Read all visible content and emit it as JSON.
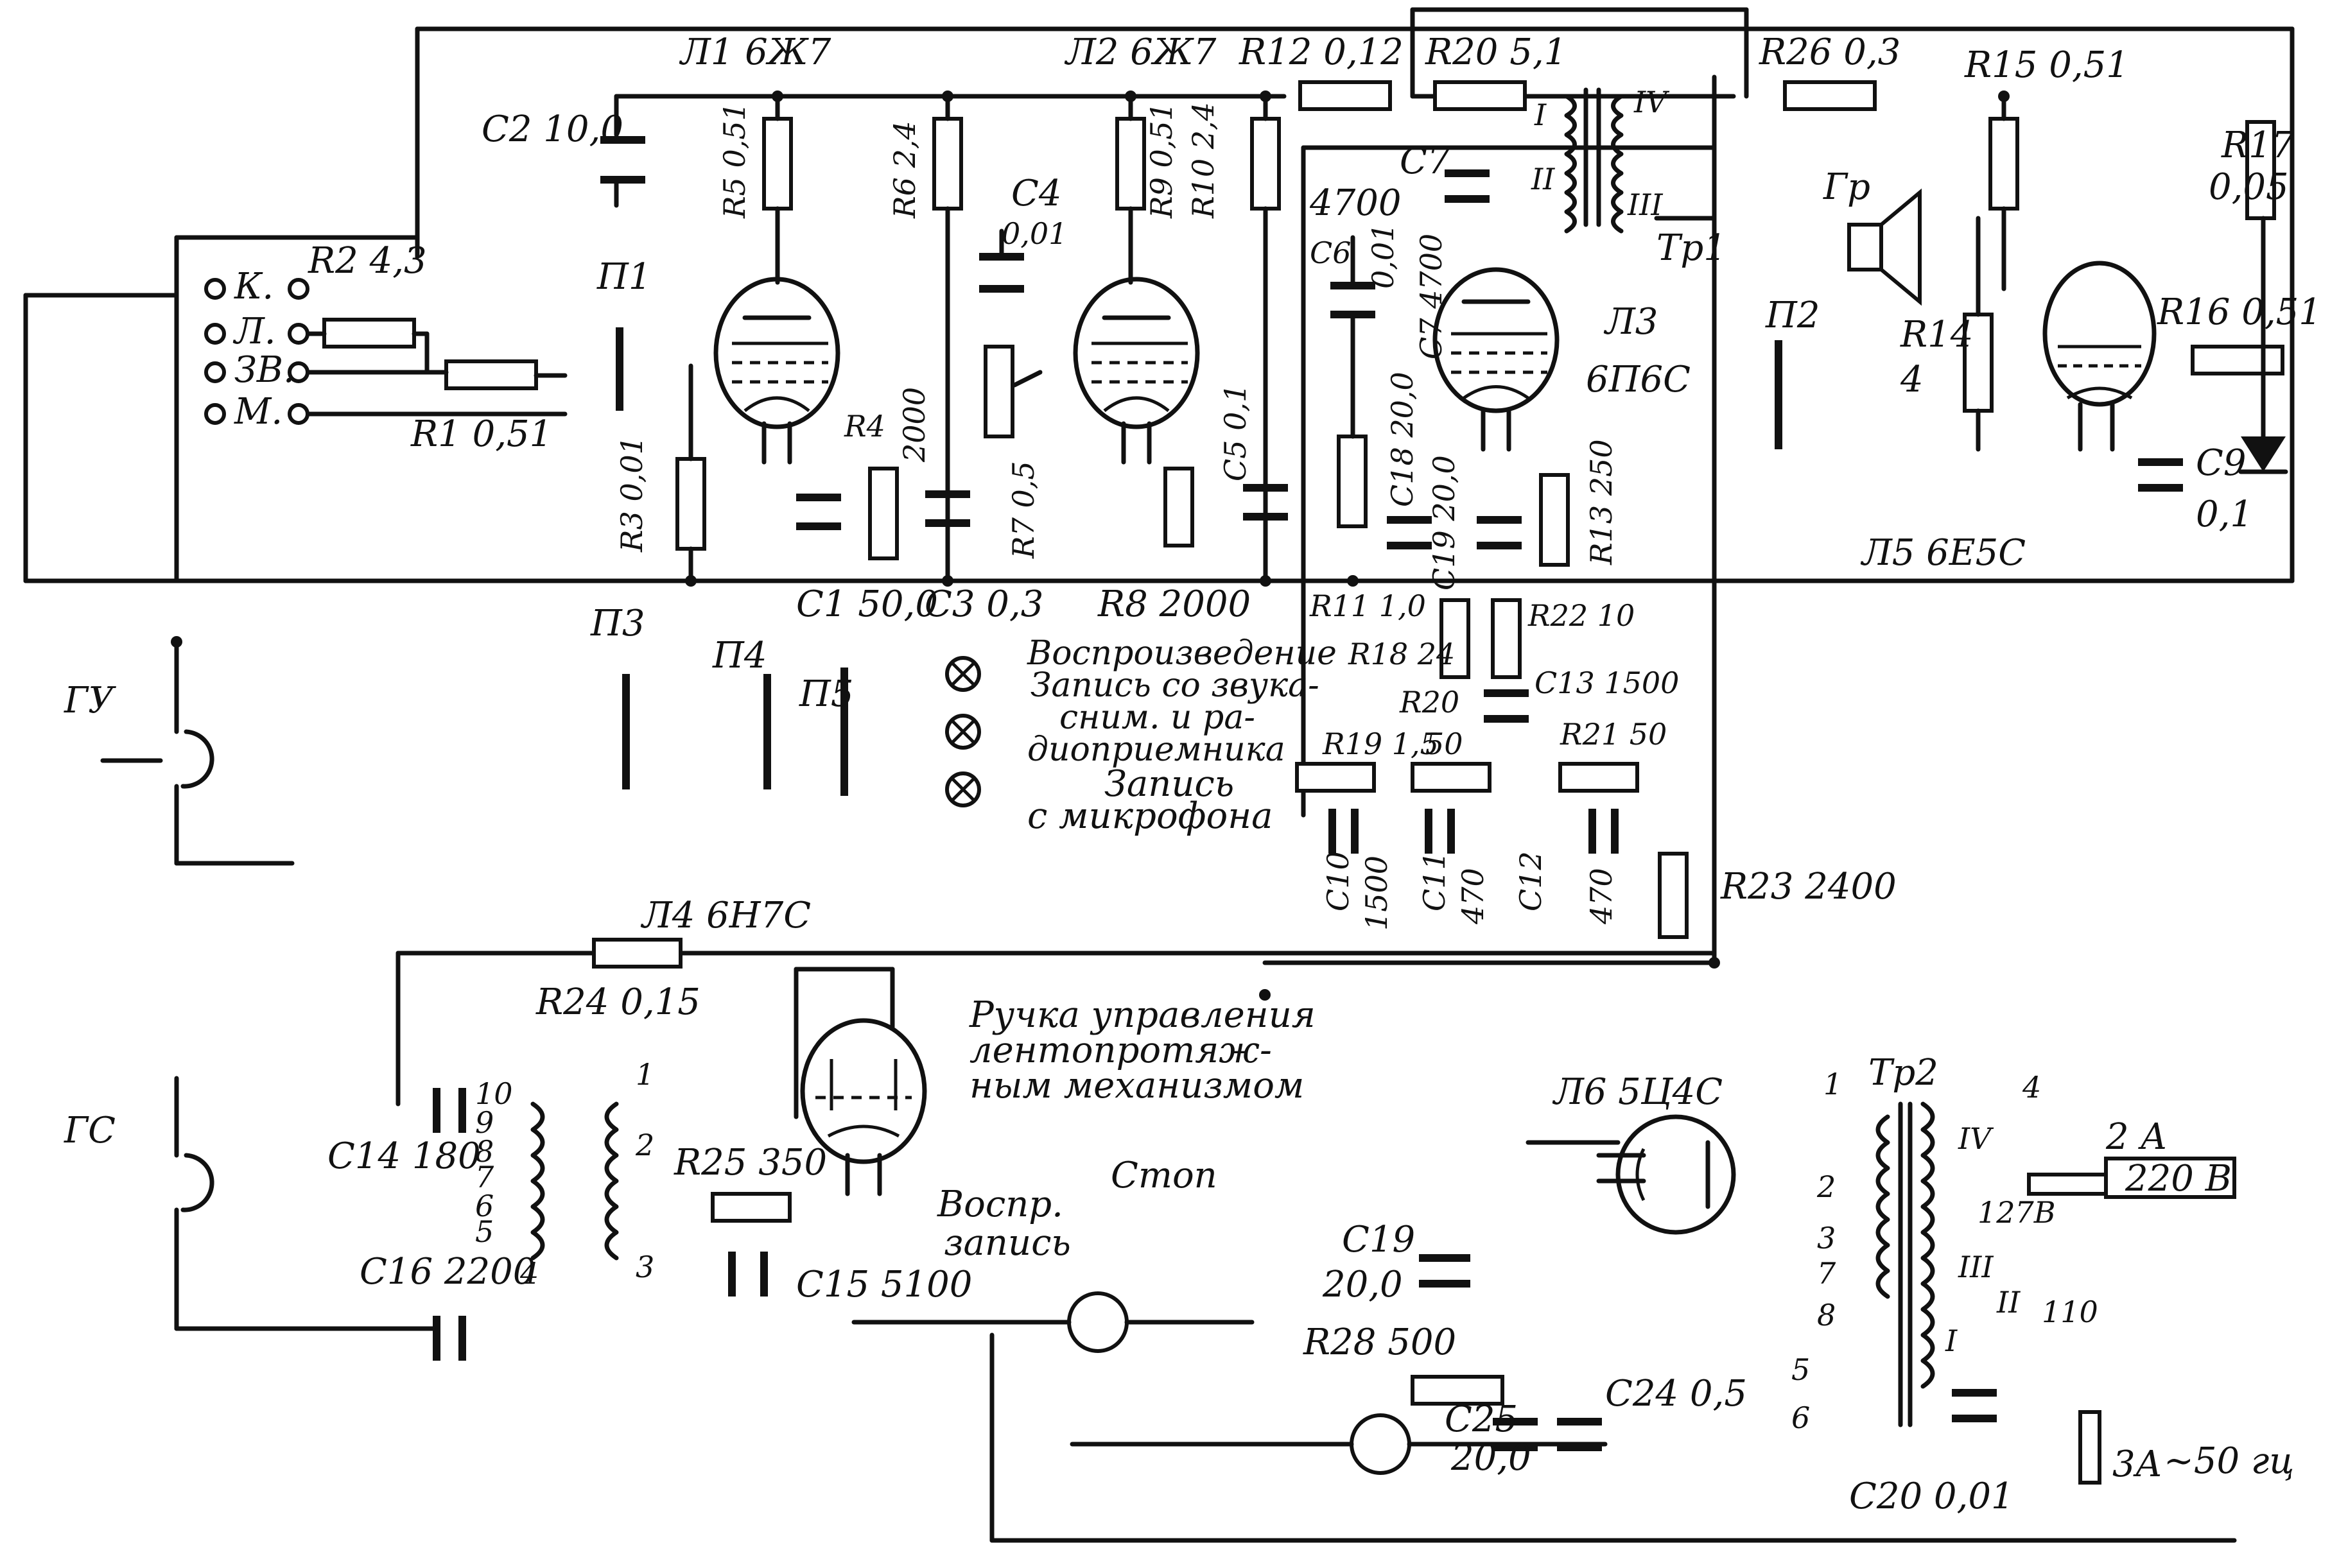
{
  "tubes": {
    "l1": "Л1 6Ж7",
    "l2": "Л2 6Ж7",
    "l3": "Л3",
    "l3_type": "6П6С",
    "l4": "Л4 6Н7С",
    "l5": "Л5 6Е5С",
    "l6": "Л6 5Ц4С"
  },
  "resistors": {
    "r1": "R1 0,51",
    "r2": "R2 4,3",
    "r3": "R3 0,01",
    "r4": "R4",
    "r4_val": "2000",
    "r5": "R5 0,51",
    "r6": "R6 2,4",
    "r7": "R7 0,5",
    "r8": "R8 2000",
    "r9": "R9 0,51",
    "r10": "R10 2,4",
    "r11": "R11 1,0",
    "r12": "R12 0,12",
    "r13": "R13 250",
    "r14": "R14",
    "r14_val": "4",
    "r15": "R15 0,51",
    "r16": "R16 0,51",
    "r17": "R17",
    "r17_val": "0,05",
    "r18": "R18 24",
    "r19": "R19 1,5",
    "r20a": "R20 5,1",
    "r20b": "R20",
    "r20b_val": "50",
    "r21": "R21 50",
    "r22": "R22 10",
    "r23": "R23 2400",
    "r24": "R24 0,15",
    "r25": "R25 350",
    "r26": "R26 0,3",
    "r28": "R28 500"
  },
  "capacitors": {
    "c1": "C1 50,0",
    "c2": "C2 10,0",
    "c3": "C3 0,3",
    "c4": "C4",
    "c4_val": "0,01",
    "c5": "C5 0,1",
    "c6": "C6",
    "c6_val": "0,01",
    "c7": "C7",
    "c7_val": "4700",
    "c7b": "C7 4700",
    "c9": "C9",
    "c9_val": "0,1",
    "c10": "C10",
    "c10_val": "1500",
    "c11": "C11",
    "c11_val": "470",
    "c12": "C12",
    "c12_val": "470",
    "c13": "C13 1500",
    "c14": "C14 180",
    "c15": "C15 5100",
    "c16": "C16 2200",
    "c18": "C18 20,0",
    "c19a": "C19 20,0",
    "c19b": "C19",
    "c19b_val": "20,0",
    "c20": "C20 0,01",
    "c24": "C24 0,5",
    "c25": "C25",
    "c25_val": "20,0"
  },
  "switches": {
    "p1": "П1",
    "p2": "П2",
    "p3": "П3",
    "p4": "П4",
    "p5": "П5"
  },
  "inputs": {
    "k": "К.",
    "l": "Л.",
    "zv": "ЗВ.",
    "m": "М."
  },
  "heads": {
    "gu": "ГУ",
    "gs": "ГС"
  },
  "speaker": "Гр",
  "tr1": "Тр1",
  "tr2": "Тр2",
  "tr1_windings": [
    "I",
    "II",
    "III",
    "IV"
  ],
  "tr2_windings": [
    "I",
    "II",
    "III",
    "IV"
  ],
  "tr2_taps": [
    "1",
    "2",
    "3",
    "7",
    "8",
    "5",
    "6",
    "4"
  ],
  "coil_taps": [
    "10",
    "9",
    "8",
    "7",
    "6",
    "5",
    "4"
  ],
  "osc_taps": [
    "1",
    "2",
    "3"
  ],
  "mode_labels": {
    "play": "Воспроизведение",
    "rec_radio_1": "Запись со звука-",
    "rec_radio_2": "сним. и ра-",
    "rec_radio_3": "диоприемника",
    "rec_mic_1": "Запись",
    "rec_mic_2": "с микрофона"
  },
  "motor_labels": {
    "stop": "Стоп",
    "play_rec_1": "Воспр.",
    "play_rec_2": "запись"
  },
  "control_note": {
    "line1": "Ручка управления",
    "line2": "лентопротяж-",
    "line3": "ным механизмом"
  },
  "power": {
    "fuse1": "2 А",
    "fuse2": "3А",
    "v220": "220 В",
    "v127": "127В",
    "v110": "110",
    "mains": "~50 гц"
  }
}
